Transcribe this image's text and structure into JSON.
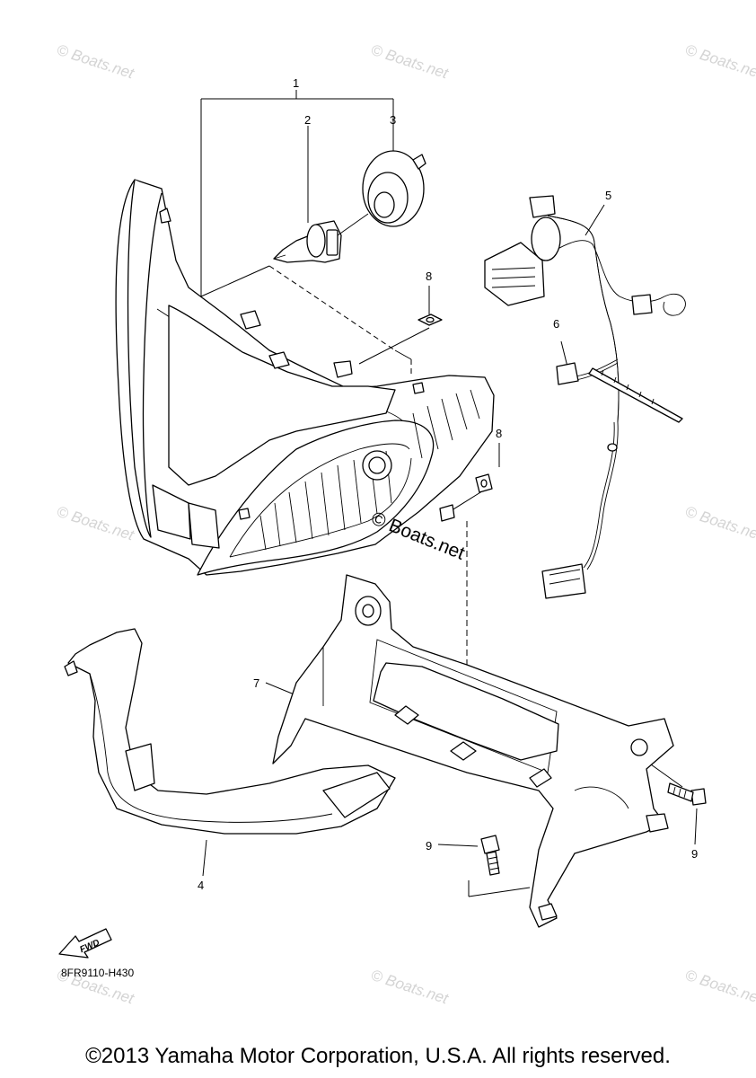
{
  "watermark": "© Boats.net",
  "center_watermark": "© Boats.net",
  "callouts": {
    "c1": "1",
    "c2": "2",
    "c3": "3",
    "c4": "4",
    "c5": "5",
    "c6": "6",
    "c7": "7",
    "c8a": "8",
    "c8b": "8",
    "c9a": "9",
    "c9b": "9"
  },
  "fwd_label": "FWD",
  "ref_code": "8FR9110-H430",
  "copyright": "©2013 Yamaha Motor Corporation, U.S.A. All rights reserved."
}
